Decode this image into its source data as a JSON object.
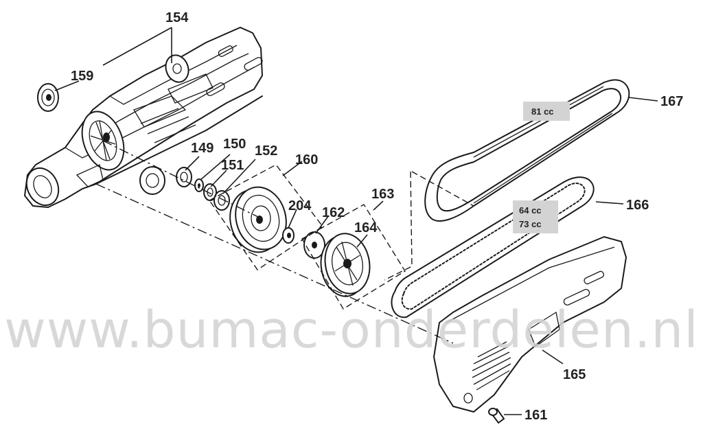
{
  "parts": [
    {
      "id": "p154",
      "label": "154"
    },
    {
      "id": "p159",
      "label": "159"
    },
    {
      "id": "p149",
      "label": "149"
    },
    {
      "id": "p150",
      "label": "150"
    },
    {
      "id": "p151",
      "label": "151"
    },
    {
      "id": "p152",
      "label": "152"
    },
    {
      "id": "p160",
      "label": "160"
    },
    {
      "id": "p204",
      "label": "204"
    },
    {
      "id": "p162",
      "label": "162"
    },
    {
      "id": "p163",
      "label": "163"
    },
    {
      "id": "p164",
      "label": "164"
    },
    {
      "id": "p167",
      "label": "167"
    },
    {
      "id": "p166",
      "label": "166"
    },
    {
      "id": "p165",
      "label": "165"
    },
    {
      "id": "p161",
      "label": "161"
    }
  ],
  "variants": {
    "belt_167": "81 cc",
    "belt_166_a": "64 cc",
    "belt_166_b": "73 cc"
  },
  "watermark": "www.bumac-onderdelen.nl",
  "colors": {
    "line": "#1a1a1a",
    "label_box": "#d3d3d3",
    "watermark": "#d2d2d2"
  }
}
